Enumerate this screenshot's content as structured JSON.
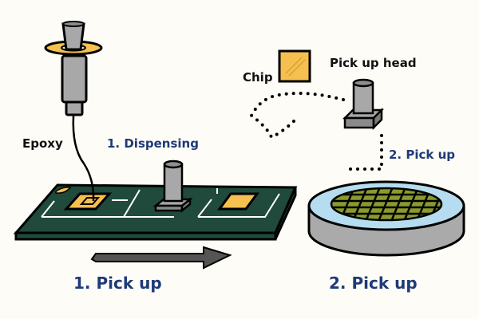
{
  "labels": {
    "epoxy": "Epoxy",
    "dispensing": "1. Dispensing",
    "chip": "Chip",
    "pick_up_head": "Pick up head",
    "pick_up_small": "2. Pick up",
    "step1_caption": "1. Pick up",
    "step2_caption": "2. Pick up"
  },
  "colors": {
    "background": "#fdfcf6",
    "pcb_green": "#1f4a3c",
    "chip_yellow": "#f5c04f",
    "metal_gray": "#a8a8a8",
    "wafer_ring_blue": "#b6dcef",
    "wafer_green": "#8a9a2c",
    "label_blue": "#1f3a7a",
    "arrow_gray": "#555555"
  }
}
